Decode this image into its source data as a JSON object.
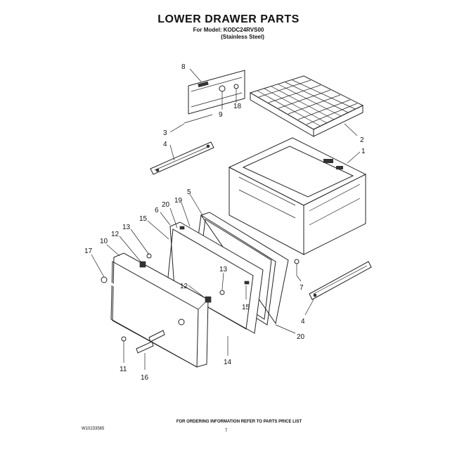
{
  "header": {
    "title": "LOWER DRAWER PARTS",
    "model_line": "For Model: KODC24RVS00",
    "finish_line": "(Stainless Steel)"
  },
  "callouts": [
    {
      "key": "c8",
      "text": "8"
    },
    {
      "key": "c9",
      "text": "9"
    },
    {
      "key": "c18a",
      "text": "18"
    },
    {
      "key": "c2",
      "text": "2"
    },
    {
      "key": "c1",
      "text": "1"
    },
    {
      "key": "c3",
      "text": "3"
    },
    {
      "key": "c4a",
      "text": "4"
    },
    {
      "key": "c5",
      "text": "5"
    },
    {
      "key": "c19",
      "text": "19"
    },
    {
      "key": "c20a",
      "text": "20"
    },
    {
      "key": "c6",
      "text": "6"
    },
    {
      "key": "c15a",
      "text": "15"
    },
    {
      "key": "c13a",
      "text": "13"
    },
    {
      "key": "c12a",
      "text": "12"
    },
    {
      "key": "c10",
      "text": "10"
    },
    {
      "key": "c17",
      "text": "17"
    },
    {
      "key": "c13b",
      "text": "13"
    },
    {
      "key": "c12b",
      "text": "12"
    },
    {
      "key": "c15b",
      "text": "15"
    },
    {
      "key": "c7",
      "text": "7"
    },
    {
      "key": "c4b",
      "text": "4"
    },
    {
      "key": "c20b",
      "text": "20"
    },
    {
      "key": "c14",
      "text": "14"
    },
    {
      "key": "c11",
      "text": "11"
    },
    {
      "key": "c16",
      "text": "16"
    }
  ],
  "footer": {
    "order_note": "FOR ORDERING INFORMATION REFER TO PARTS PRICE LIST",
    "doc_number": "W10233565",
    "page_number": "7"
  }
}
